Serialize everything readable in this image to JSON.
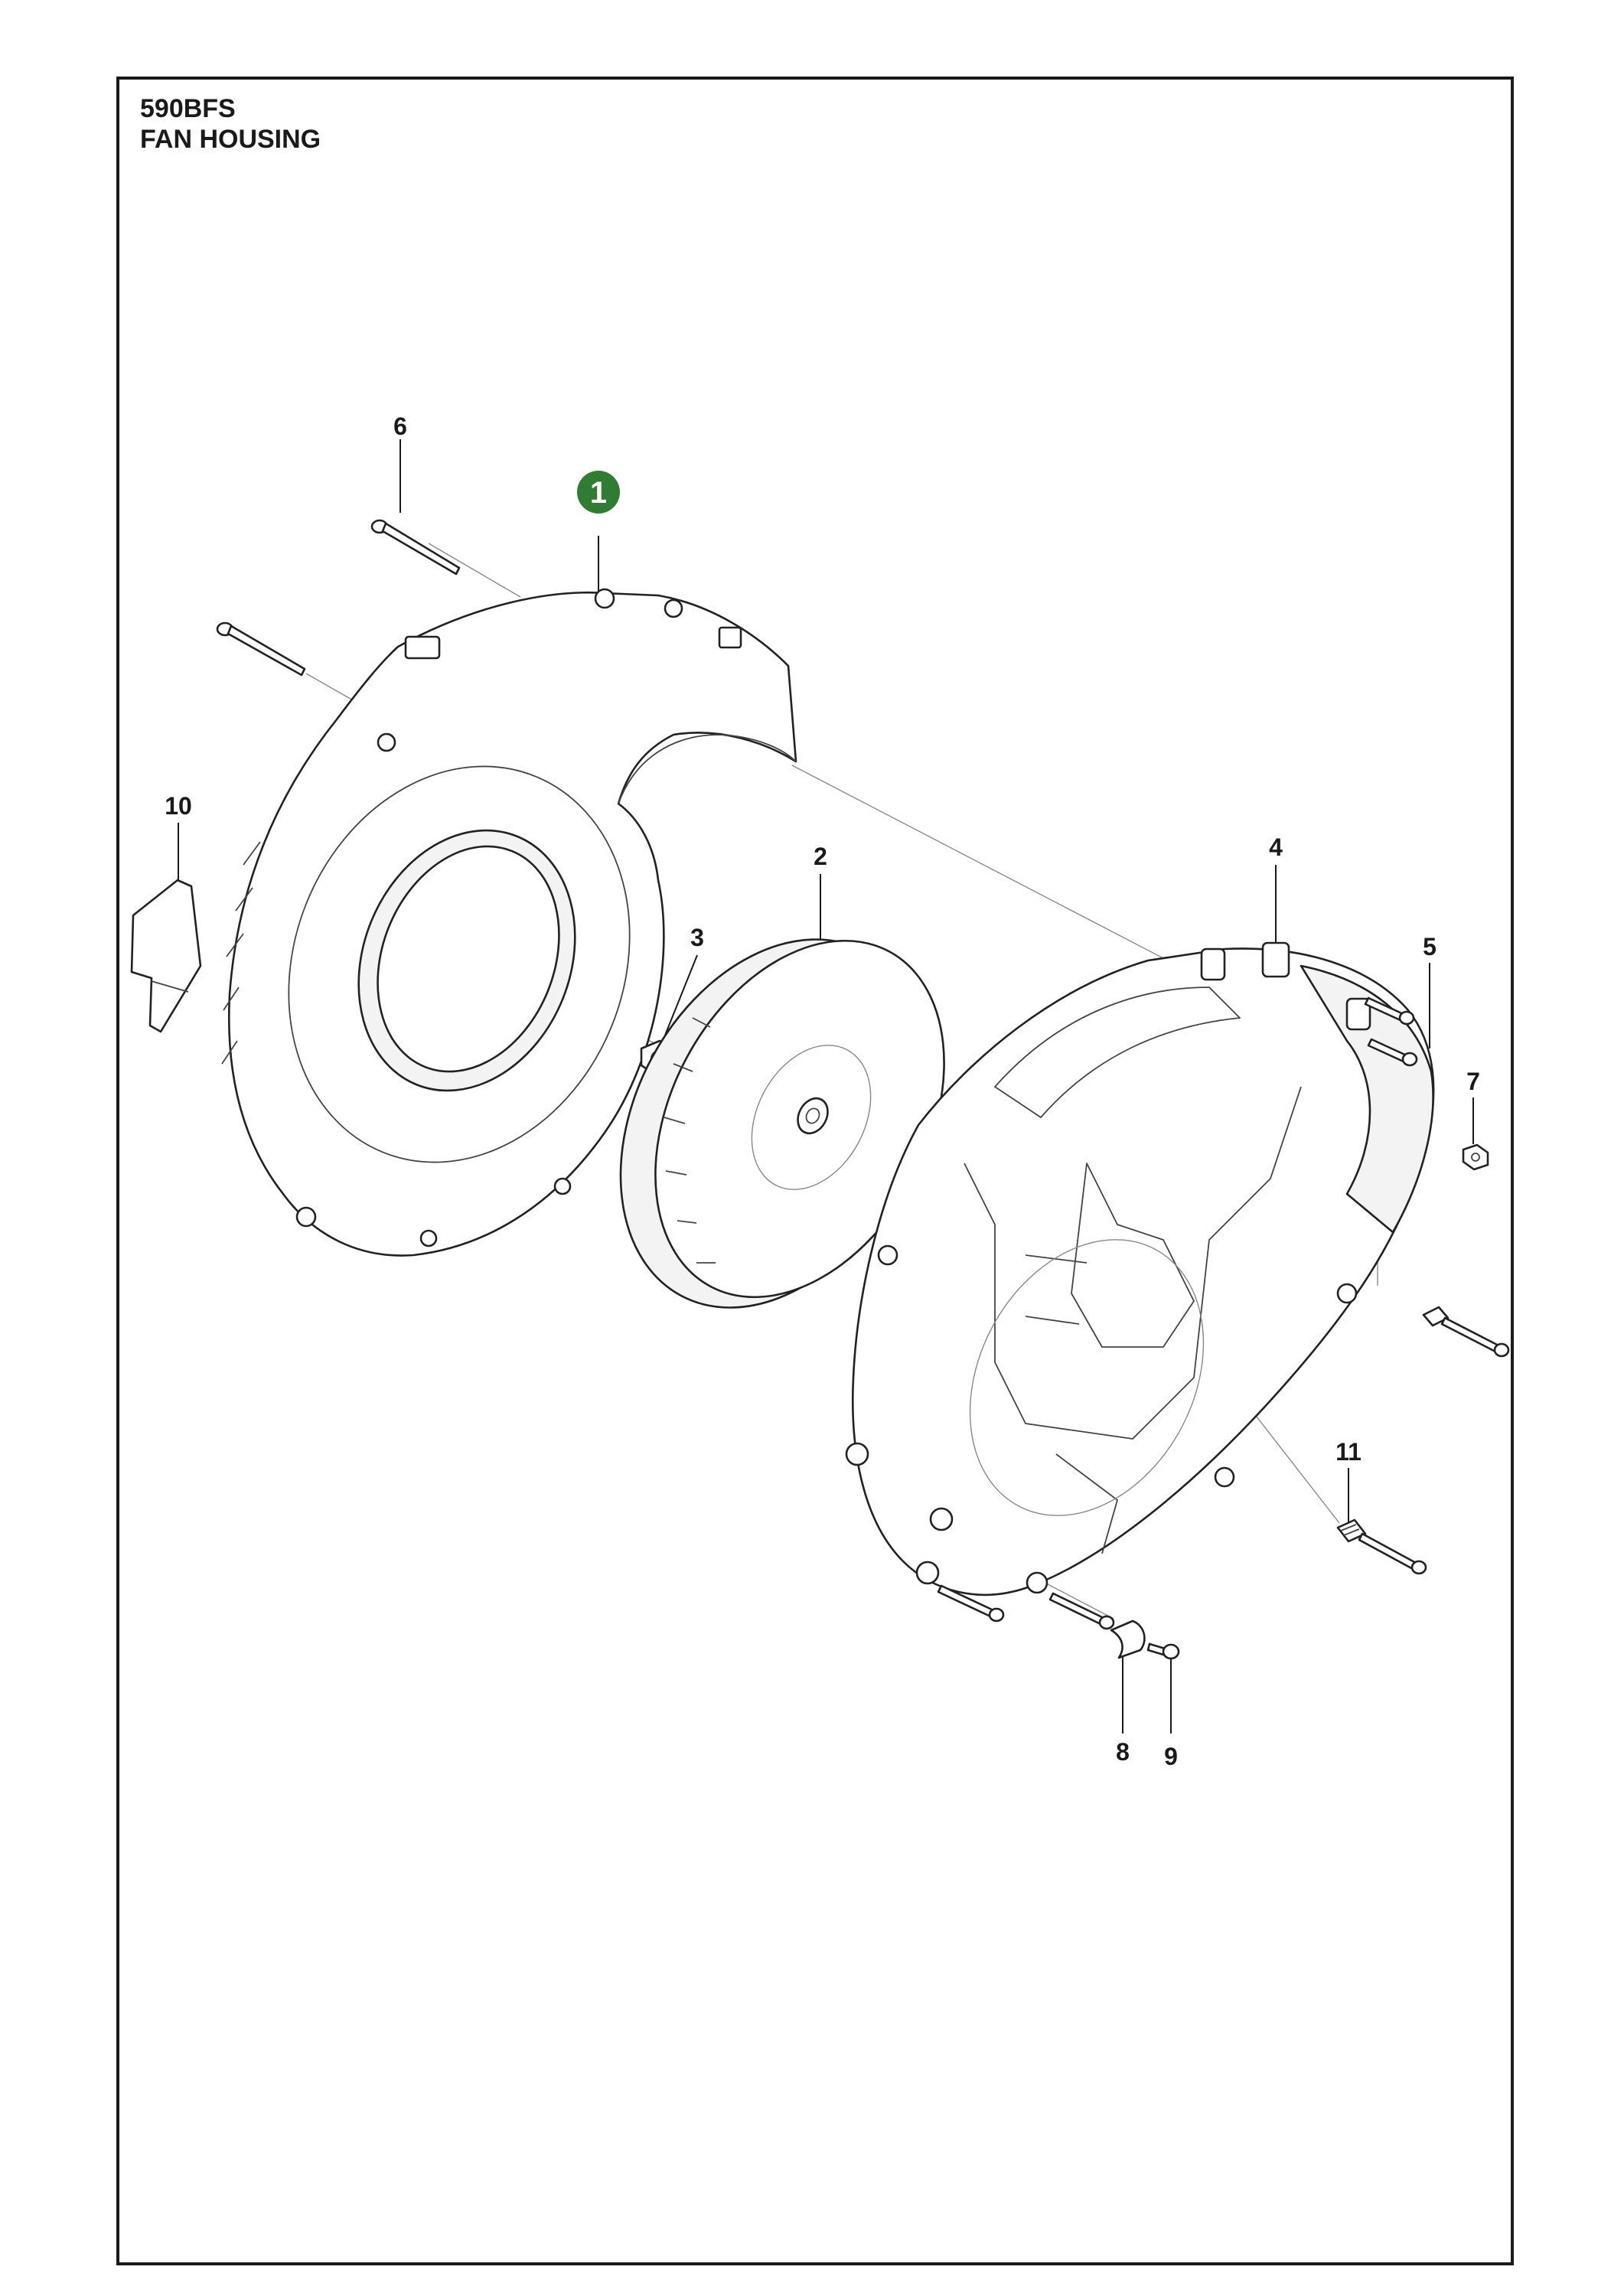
{
  "header": {
    "model": "590BFS",
    "title": "FAN HOUSING"
  },
  "callouts": [
    {
      "id": "1",
      "highlighted": true
    },
    {
      "id": "2"
    },
    {
      "id": "3"
    },
    {
      "id": "4"
    },
    {
      "id": "5"
    },
    {
      "id": "6"
    },
    {
      "id": "7"
    },
    {
      "id": "8"
    },
    {
      "id": "9"
    },
    {
      "id": "10"
    },
    {
      "id": "11"
    }
  ],
  "colors": {
    "highlight_badge": "#2e7d32",
    "line": "#1a1a1a",
    "background": "#ffffff"
  }
}
